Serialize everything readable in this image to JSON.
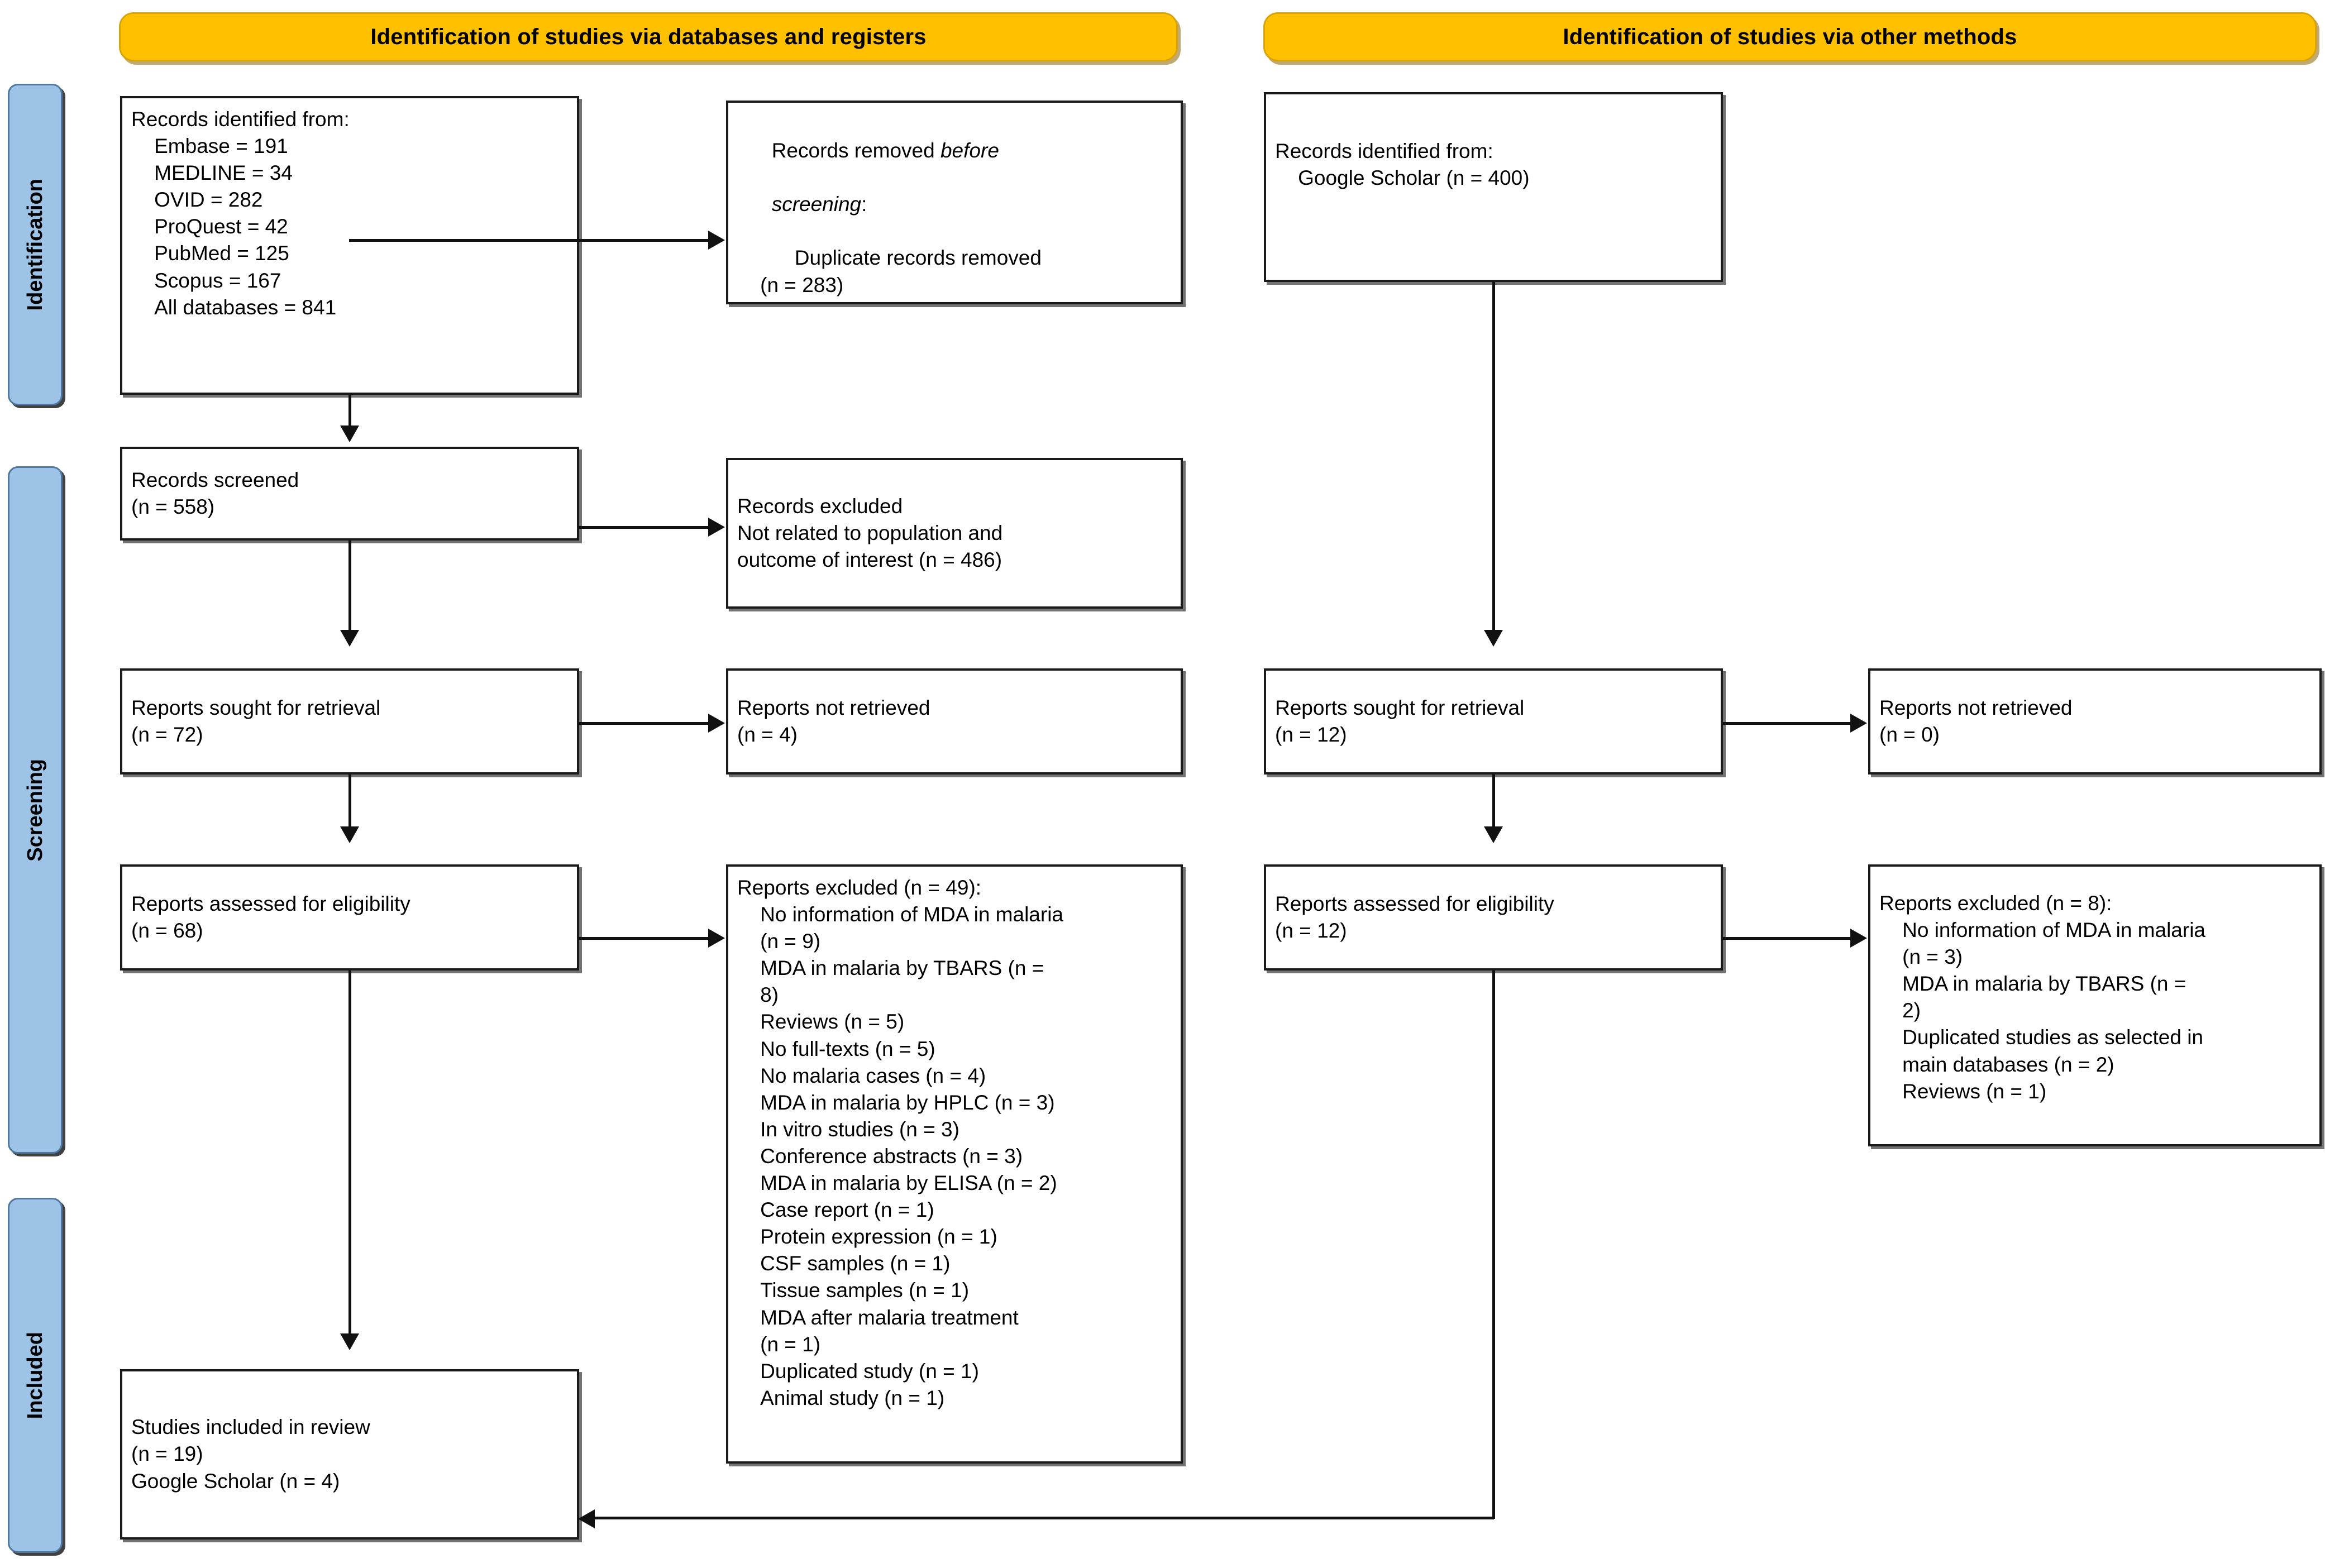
{
  "diagram": {
    "title": "PRISMA 2020 flow diagram",
    "colors": {
      "banner_fill": "#FFC000",
      "banner_border": "#D9A400",
      "stage_fill": "#9DC3E6",
      "stage_border": "#4E78A0",
      "box_border": "#1a1a1a",
      "connector": "#111111"
    }
  },
  "banners": {
    "left": "Identification of studies via databases and registers",
    "right": "Identification of studies via other methods"
  },
  "stages": {
    "identification": "Identification",
    "screening": "Screening",
    "included": "Included"
  },
  "left_column": {
    "records_identified": {
      "heading": "Records identified from:",
      "sources": [
        "Embase = 191",
        "MEDLINE = 34",
        "OVID = 282",
        "ProQuest = 42",
        "PubMed = 125",
        "Scopus = 167",
        "All databases = 841"
      ],
      "full_text": "Records identified from:\n    Embase = 191\n    MEDLINE = 34\n    OVID = 282\n    ProQuest = 42\n    PubMed = 125\n    Scopus = 167\n    All databases = 841"
    },
    "records_removed": {
      "line1_prefix": "Records removed ",
      "line1_italic": "before",
      "line2_italic": "screening",
      "line2_suffix": ":",
      "detail": "    Duplicate records removed\n    (n = 283)",
      "duplicate_label": "Duplicate records removed",
      "duplicate_n": "(n = 283)"
    },
    "records_screened": {
      "label": "Records screened",
      "n": "(n = 558)",
      "full_text": "Records screened\n(n = 558)"
    },
    "records_excluded": {
      "label": "Records excluded",
      "reason": "Not related to population and\noutcome of interest (n = 486)",
      "full_text": "Records excluded\nNot related to population and\noutcome of interest (n = 486)"
    },
    "reports_sought": {
      "label": "Reports sought for retrieval",
      "n": "(n = 72)",
      "full_text": "Reports sought for retrieval\n(n = 72)"
    },
    "reports_not_retrieved": {
      "label": "Reports not retrieved",
      "n": "(n = 4)",
      "full_text": "Reports not retrieved\n(n = 4)"
    },
    "reports_assessed": {
      "label": "Reports assessed for eligibility",
      "n": "(n = 68)",
      "full_text": "Reports assessed for eligibility\n(n = 68)"
    },
    "reports_excluded": {
      "heading": "Reports excluded (n = 49):",
      "reasons": [
        "No information of MDA in malaria (n = 9)",
        "MDA in malaria by TBARS (n = 8)",
        "Reviews (n = 5)",
        "No full-texts (n = 5)",
        "No malaria cases (n = 4)",
        "MDA in malaria by HPLC (n = 3)",
        "In vitro studies (n = 3)",
        "Conference abstracts (n = 3)",
        "MDA in malaria by ELISA (n = 2)",
        "Case report (n = 1)",
        "Protein expression (n = 1)",
        "CSF samples (n = 1)",
        "Tissue samples (n = 1)",
        "MDA after malaria treatment (n = 1)",
        "Duplicated study (n = 1)",
        "Animal study (n = 1)"
      ],
      "full_text": "Reports excluded (n = 49):\n    No information of MDA in malaria\n    (n = 9)\n    MDA in malaria by TBARS (n =\n    8)\n    Reviews (n = 5)\n    No full-texts (n = 5)\n    No malaria cases (n = 4)\n    MDA in malaria by HPLC (n = 3)\n    In vitro studies (n = 3)\n    Conference abstracts (n = 3)\n    MDA in malaria by ELISA (n = 2)\n    Case report (n = 1)\n    Protein expression (n = 1)\n    CSF samples (n = 1)\n    Tissue samples (n = 1)\n    MDA after malaria treatment\n    (n = 1)\n    Duplicated study (n = 1)\n    Animal study (n = 1)"
    },
    "studies_included": {
      "label": "Studies included in review",
      "n": "(n = 19)",
      "google_scholar": "Google Scholar (n = 4)",
      "full_text": "Studies included in review\n(n = 19)\nGoogle Scholar (n = 4)"
    }
  },
  "right_column": {
    "records_identified": {
      "heading": "Records identified from:",
      "sources": [
        "Google Scholar (n = 400)"
      ],
      "full_text": "Records identified from:\n    Google Scholar (n = 400)"
    },
    "reports_sought": {
      "label": "Reports sought for retrieval",
      "n": "(n = 12)",
      "full_text": "Reports sought for retrieval\n(n = 12)"
    },
    "reports_not_retrieved": {
      "label": "Reports not retrieved",
      "n": "(n = 0)",
      "full_text": "Reports not retrieved\n(n = 0)"
    },
    "reports_assessed": {
      "label": "Reports assessed for eligibility",
      "n": "(n = 12)",
      "full_text": "Reports assessed for eligibility\n(n = 12)"
    },
    "reports_excluded": {
      "heading": "Reports excluded (n = 8):",
      "reasons": [
        "No information of MDA in malaria (n = 3)",
        "MDA in malaria by TBARS (n = 2)",
        "Duplicated studies as selected in main databases (n = 2)",
        "Reviews (n = 1)"
      ],
      "full_text": "Reports excluded (n = 8):\n    No information of MDA in malaria\n    (n = 3)\n    MDA in malaria by TBARS (n =\n    2)\n    Duplicated studies as selected in\n    main databases (n = 2)\n    Reviews (n = 1)"
    }
  }
}
